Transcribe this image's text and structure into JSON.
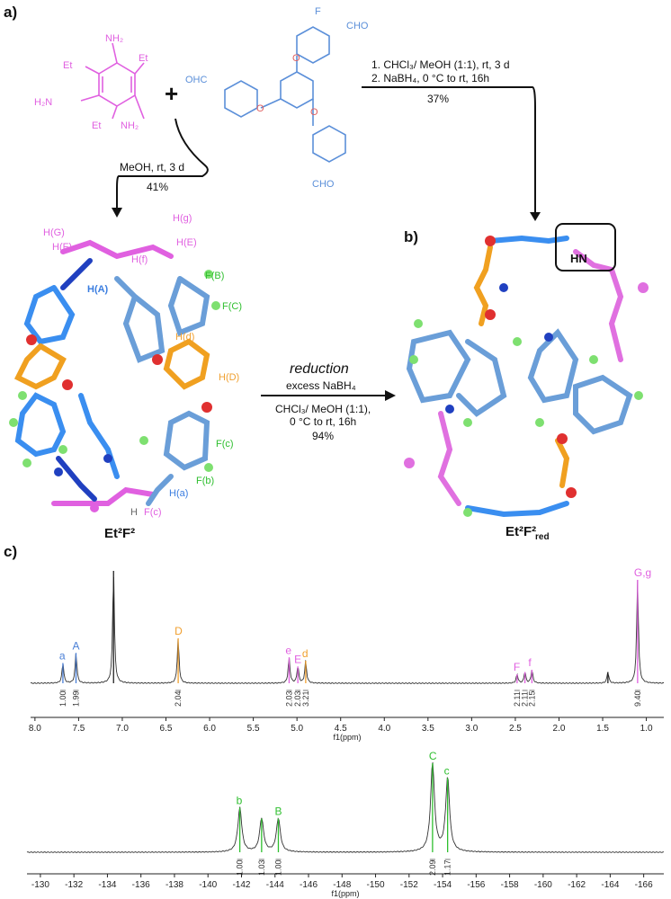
{
  "panels": {
    "a_label": "a)",
    "b_label": "b)",
    "c_label": "c)"
  },
  "reaction": {
    "plus": "+",
    "top_conditions": [
      "1. CHCl₃/ MeOH (1:1), rt, 3 d",
      "2. NaBH₄, 0 °C to rt,  16h"
    ],
    "top_yield": "37%",
    "left_conditions": "MeOH, rt, 3 d",
    "left_yield": "41%",
    "reduction_title": "reduction",
    "reduction_reagent": "excess NaBH₄",
    "reduction_solvent": "CHCl₃/ MeOH (1:1),",
    "reduction_temp": "0 °C to rt,  16h",
    "reduction_yield": "94%"
  },
  "amine": {
    "labels": [
      "NH₂",
      "Et",
      "Et",
      "H₂N",
      "Et",
      "NH₂"
    ],
    "color": "#e060e0"
  },
  "aldehyde": {
    "labels": [
      "OHC",
      "CHO",
      "CHO",
      "F",
      "O",
      "O",
      "O"
    ],
    "color": "#5b8fd9"
  },
  "structure_left": {
    "name": "Et²F²",
    "labels": {
      "HG": "H(G)",
      "HF": "H(F)",
      "Hf": "H(f)",
      "Hg": "H(g)",
      "HE": "H(E)",
      "HA": "H(A)",
      "FB": "F(B)",
      "FC": "F(C)",
      "Hd": "H(d)",
      "HD": "H(D)",
      "Fc": "F(c)",
      "Fb": "F(b)",
      "Ha": "H(a)",
      "Fc2": "F(c)",
      "H": "H"
    }
  },
  "structure_right": {
    "name": "Et²F²",
    "subscript": "red",
    "hn_label": "HN"
  },
  "spectra": {
    "h_nmr": {
      "xlabel": "f1(ppm)",
      "ticks": [
        "8.0",
        "7.5",
        "7.0",
        "6.5",
        "6.0",
        "5.5",
        "5.0",
        "4.5",
        "4.0",
        "3.5",
        "3.0",
        "2.5",
        "2.0",
        "1.5",
        "1.0"
      ],
      "peaks": [
        {
          "label": "a",
          "ppm": 7.68,
          "height": 0.18,
          "color": "#4a7fd6"
        },
        {
          "label": "A",
          "ppm": 7.53,
          "height": 0.27,
          "color": "#4a7fd6"
        },
        {
          "label": "",
          "ppm": 7.1,
          "height": 1.0,
          "color": "#222222"
        },
        {
          "label": "D",
          "ppm": 6.36,
          "height": 0.4,
          "color": "#f0a030"
        },
        {
          "label": "e",
          "ppm": 5.09,
          "height": 0.23,
          "color": "#e060e0"
        },
        {
          "label": "E",
          "ppm": 4.99,
          "height": 0.15,
          "color": "#e060e0"
        },
        {
          "label": "d",
          "ppm": 4.9,
          "height": 0.2,
          "color": "#f0a030"
        },
        {
          "label": "F",
          "ppm": 2.48,
          "height": 0.08,
          "color": "#e060e0"
        },
        {
          "label": "",
          "ppm": 2.39,
          "height": 0.1,
          "color": "#e060e0"
        },
        {
          "label": "f",
          "ppm": 2.31,
          "height": 0.12,
          "color": "#e060e0"
        },
        {
          "label": "",
          "ppm": 1.44,
          "height": 0.1,
          "color": "#222222"
        },
        {
          "label": "G,g",
          "ppm": 1.1,
          "height": 0.92,
          "color": "#e060e0"
        }
      ],
      "integrals": [
        {
          "ppm": 7.68,
          "value": "1.00"
        },
        {
          "ppm": 7.53,
          "value": "1.99"
        },
        {
          "ppm": 6.36,
          "value": "2.04"
        },
        {
          "ppm": 5.09,
          "value": "2.03"
        },
        {
          "ppm": 4.99,
          "value": "2.03"
        },
        {
          "ppm": 4.9,
          "value": "3.21"
        },
        {
          "ppm": 2.48,
          "value": "2.11"
        },
        {
          "ppm": 2.39,
          "value": "2.11"
        },
        {
          "ppm": 2.31,
          "value": "2.15"
        },
        {
          "ppm": 1.1,
          "value": "9.40"
        }
      ]
    },
    "f_nmr": {
      "xlabel": "f1(ppm)",
      "ticks": [
        "-130",
        "-132",
        "-134",
        "-136",
        "-138",
        "-140",
        "-142",
        "-144",
        "-146",
        "-148",
        "-150",
        "-152",
        "-154",
        "-156",
        "-158",
        "-160",
        "-162",
        "-164",
        "-166"
      ],
      "peaks": [
        {
          "label": "b",
          "ppm": -141.9,
          "height": 0.45,
          "color": "#2fbf2f"
        },
        {
          "label": "B",
          "ppm": -144.2,
          "height": 0.34,
          "color": "#2fbf2f"
        },
        {
          "label": "",
          "ppm": -143.2,
          "height": 0.34,
          "color": "#2fbf2f"
        },
        {
          "label": "C",
          "ppm": -153.4,
          "height": 0.9,
          "color": "#2fbf2f"
        },
        {
          "label": "c",
          "ppm": -154.3,
          "height": 0.75,
          "color": "#2fbf2f"
        }
      ],
      "integrals": [
        {
          "ppm": -141.9,
          "value": "1.00"
        },
        {
          "ppm": -143.2,
          "value": "1.03"
        },
        {
          "ppm": -144.2,
          "value": "1.00"
        },
        {
          "ppm": -153.4,
          "value": "2.09"
        },
        {
          "ppm": -154.3,
          "value": "1.17"
        }
      ]
    }
  },
  "chart_data": [
    {
      "type": "line",
      "title": "",
      "xlabel": "f1(ppm)",
      "ylabel": "",
      "xlim": [
        8.0,
        0.8
      ],
      "series": [
        {
          "x": [
            7.68,
            7.53,
            7.1,
            6.36,
            5.09,
            4.99,
            4.9,
            2.48,
            2.39,
            2.31,
            1.44,
            1.1
          ],
          "values": [
            0.18,
            0.27,
            1.0,
            0.4,
            0.23,
            0.15,
            0.2,
            0.08,
            0.1,
            0.12,
            0.1,
            0.92
          ]
        }
      ]
    },
    {
      "type": "line",
      "title": "",
      "xlabel": "f1(ppm)",
      "ylabel": "",
      "xlim": [
        -129,
        -167
      ],
      "series": [
        {
          "x": [
            -141.9,
            -143.2,
            -144.2,
            -153.4,
            -154.3
          ],
          "values": [
            0.45,
            0.34,
            0.34,
            0.9,
            0.75
          ]
        }
      ]
    }
  ]
}
